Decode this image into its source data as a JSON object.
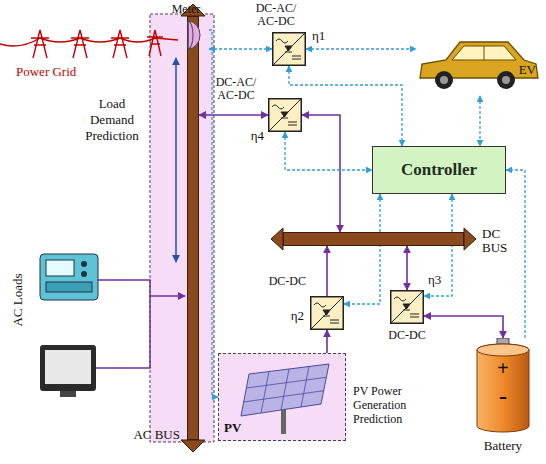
{
  "diagram": {
    "nodes": [
      {
        "text": [
          "Meter"
        ]
      },
      {
        "text": [
          "DC-AC/ AC-DC",
          "η1"
        ]
      },
      {
        "text": [
          "EV"
        ]
      },
      {
        "text": [
          "Controller"
        ]
      },
      {
        "text": [
          "DC-AC/ AC-DC",
          "η4"
        ]
      },
      {
        "text": [
          "DC BUS"
        ]
      },
      {
        "text": [
          "DC-DC",
          "η2"
        ]
      },
      {
        "text": [
          "DC-DC",
          "η3"
        ]
      },
      {
        "text": [
          "PV",
          "PV Power Generation Prediction"
        ]
      },
      {
        "text": [
          "+",
          "-",
          "Battery"
        ]
      },
      {
        "text": [
          "AC BUS"
        ]
      }
    ],
    "edges": [
      {
        "from": 0,
        "to": 1,
        "arrow": "both"
      },
      {
        "from": 1,
        "to": 2,
        "arrow": "both"
      },
      {
        "from": 10,
        "to": 4,
        "arrow": "both"
      },
      {
        "from": 4,
        "to": 5,
        "arrow": "both"
      },
      {
        "from": 6,
        "to": 5,
        "arrow": "to"
      },
      {
        "from": 7,
        "to": 5,
        "arrow": "both"
      },
      {
        "from": 8,
        "to": 6,
        "arrow": "to"
      },
      {
        "from": 9,
        "to": 7,
        "arrow": "both"
      },
      {
        "from": 3,
        "to": 1,
        "arrow": "both"
      },
      {
        "from": 2,
        "to": 3,
        "arrow": "both"
      },
      {
        "from": 4,
        "to": 3,
        "arrow": "both"
      },
      {
        "from": 3,
        "to": 6,
        "arrow": "both"
      },
      {
        "from": 3,
        "to": 7,
        "arrow": "both"
      },
      {
        "from": 9,
        "to": 3,
        "arrow": "to"
      },
      {
        "from": 0,
        "to": 8,
        "arrow": "to"
      }
    ],
    "labels": [
      "Power Grid",
      "Load Demand Prediction",
      "AC Loads"
    ]
  }
}
